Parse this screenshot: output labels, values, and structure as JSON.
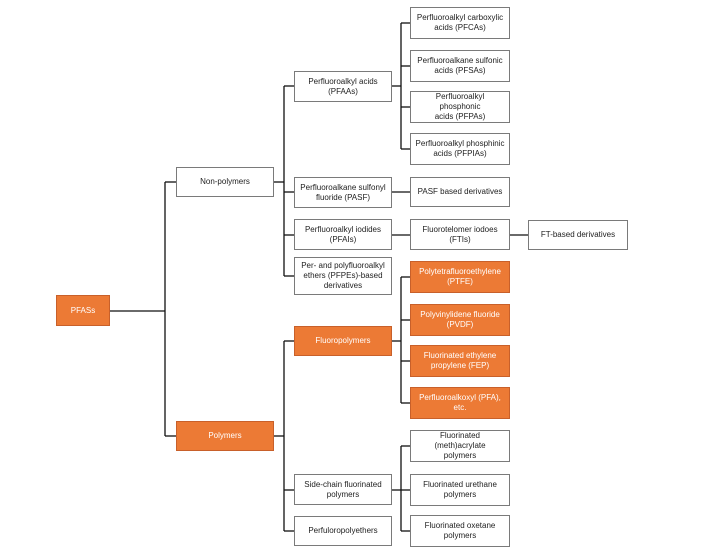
{
  "colors": {
    "highlight_fill": "#ec7a35",
    "default_fill": "#ffffff",
    "border": "#7a7a7a",
    "connector": "#111111"
  },
  "nodes": {
    "pfas": "PFASs",
    "non_polymers": "Non-polymers",
    "polymers": "Polymers",
    "pfaas": "Perfluoroalkyl acids\n(PFAAs)",
    "pasf": "Perfluoroalkane sulfonyl\nfluoride (PASF)",
    "pfais": "Perfluoroalkyl iodides\n(PFAIs)",
    "pfpes": "Per- and polyfluoroalkyl\nethers (PFPEs)-based\nderivatives",
    "pfcas": "Perfluoroalkyl carboxylic\nacids (PFCAs)",
    "pfsas": "Perfluoroalkane sulfonic\nacids (PFSAs)",
    "pfpas": "Perfluoroalkyl phosphonic\nacids (PFPAs)",
    "pfpias": "Perfluoroalkyl phosphinic\nacids (PFPIAs)",
    "pasf_derivatives": "PASF based derivatives",
    "ftis": "Fluorotelomer iodoes\n(FTIs)",
    "ft_derivatives": "FT-based derivatives",
    "fluoropolymers": "Fluoropolymers",
    "side_chain": "Side-chain fluorinated\npolymers",
    "perfluoropolyethers": "Perfuloropolyethers",
    "ptfe": "Polytetrafluoroethylene\n(PTFE)",
    "pvdf": "Polyvinylidene fluoride\n(PVDF)",
    "fep": "Fluorinated ethylene\npropylene (FEP)",
    "pfa": "Perfluoroalkoxyl (PFA), etc.",
    "meth_acrylate": "Fluorinated (meth)acrylate\npolymers",
    "urethane": "Fluorinated urethane\npolymers",
    "oxetane": "Fluorinated oxetane\npolymers"
  }
}
